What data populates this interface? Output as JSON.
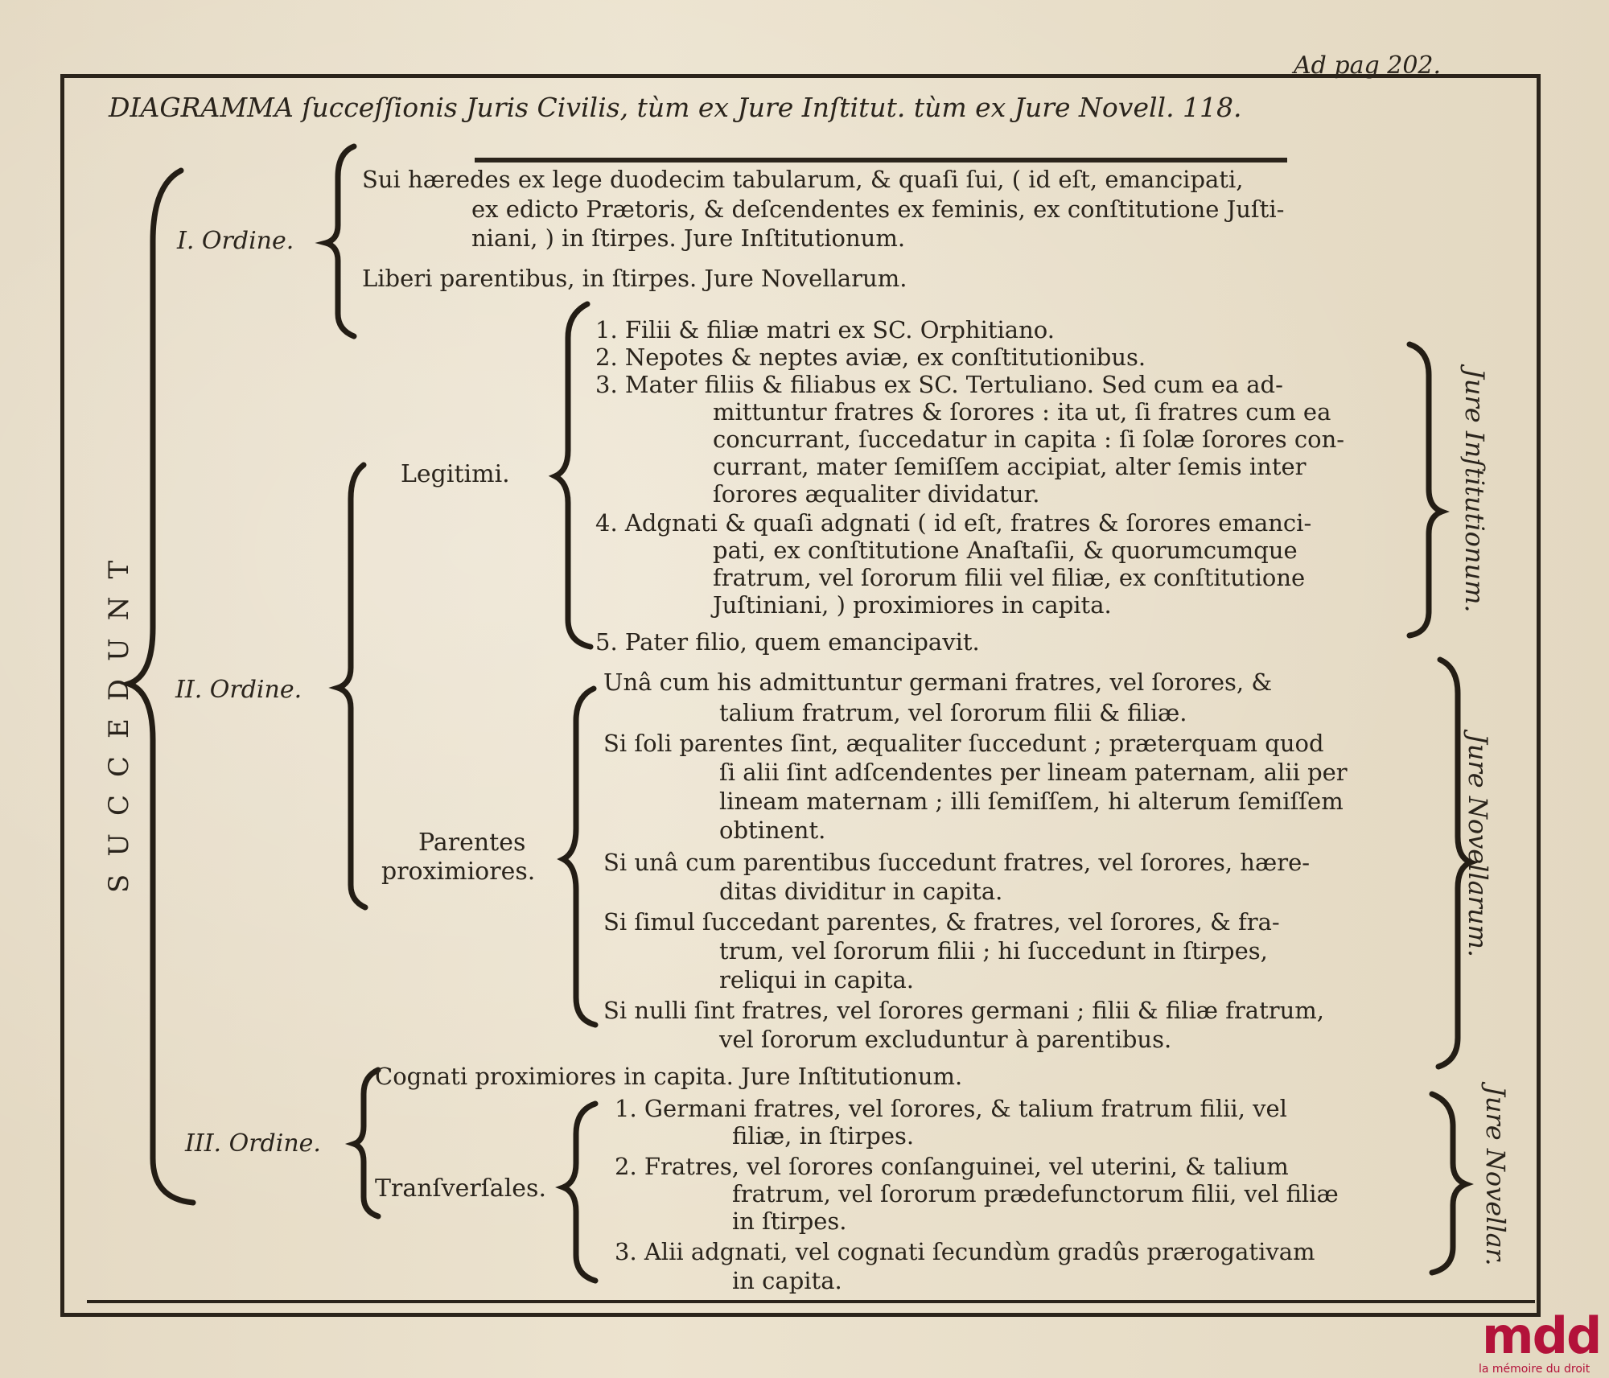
{
  "header": {
    "ad_pag": "Ad pag 202.",
    "title_caps": "DIAGRAMMA",
    "title_rest": " ſucceſſionis Juris Civilis, tùm ex Jure Inſtitut. tùm ex Jure Novell. 118."
  },
  "vertical_label": "SUCCEDUNT",
  "orders": {
    "first": {
      "label": "I. Ordine.",
      "lines": [
        "Sui hæredes ex lege duodecim tabularum, & quaſi ſui, ( id eſt, emancipati,",
        "ex edicto Prætoris, & deſcendentes ex feminis, ex conſtitutione Juſti-",
        "niani, ) in ſtirpes. Jure Inſtitutionum.",
        "Liberi parentibus, in ſtirpes. Jure Novellarum."
      ]
    },
    "second": {
      "label": "II. Ordine.",
      "legitimi": {
        "label": "Legitimi.",
        "lines": [
          "1. Filii & filiæ matri ex SC. Orphitiano.",
          "2. Nepotes & neptes aviæ, ex conſtitutionibus.",
          "3. Mater filiis & filiabus ex SC. Tertuliano. Sed cum ea ad-",
          "mittuntur fratres & ſorores : ita ut, ſi fratres cum ea",
          "concurrant, ſuccedatur in capita : ſi ſolæ ſorores con-",
          "currant, mater ſemiſſem accipiat, alter ſemis inter",
          "ſorores æqualiter dividatur.",
          "4. Adgnati & quaſi adgnati ( id eſt, fratres & ſorores emanci-",
          "pati, ex conſtitutione Anaſtaſii, & quorumcumque",
          "fratrum, vel ſororum filii vel filiæ, ex conſtitutione",
          "Juſtiniani, ) proximiores in capita.",
          "5. Pater filio, quem emancipavit."
        ],
        "side_label": "Jure Inſtitutionum."
      },
      "parentes": {
        "label_line1": "Parentes",
        "label_line2": "proximiores.",
        "lines": [
          "Unâ cum his admittuntur germani fratres, vel ſorores, &",
          "talium fratrum, vel ſororum filii & filiæ.",
          "Si ſoli parentes ſint, æqualiter ſuccedunt ; præterquam quod",
          "ſi alii ſint adſcendentes per lineam paternam, alii per",
          "lineam maternam ; illi ſemiſſem, hi alterum ſemiſſem",
          "obtinent.",
          "Si unâ cum parentibus ſuccedunt fratres, vel ſorores, hære-",
          "ditas dividitur in capita.",
          "Si ſimul ſuccedant parentes, & fratres, vel ſorores, & fra-",
          "trum, vel ſororum filii ; hi ſuccedunt in ſtirpes,",
          "reliqui in capita.",
          "Si nulli ſint fratres, vel ſorores germani ; filii & filiæ fratrum,",
          "vel ſororum excluduntur à parentibus."
        ],
        "side_label": "Jure Novellarum."
      }
    },
    "third": {
      "label": "III. Ordine.",
      "cognati": "Cognati proximiores in capita. Jure Inſtitutionum.",
      "transversales": {
        "label": "Tranſverſales.",
        "lines": [
          "1. Germani fratres, vel ſorores, & talium fratrum filii, vel",
          "filiæ, in ſtirpes.",
          "2. Fratres, vel ſorores conſanguinei, vel uterini, & talium",
          "fratrum, vel ſororum prædefunctorum filii, vel filiæ",
          "in ſtirpes.",
          "3. Alii adgnati, vel cognati ſecundùm gradûs prærogativam",
          "in capita."
        ],
        "side_label": "Jure Novellar."
      }
    }
  },
  "logo": {
    "mark": "mdd",
    "tagline": "la mémoire du droit"
  }
}
